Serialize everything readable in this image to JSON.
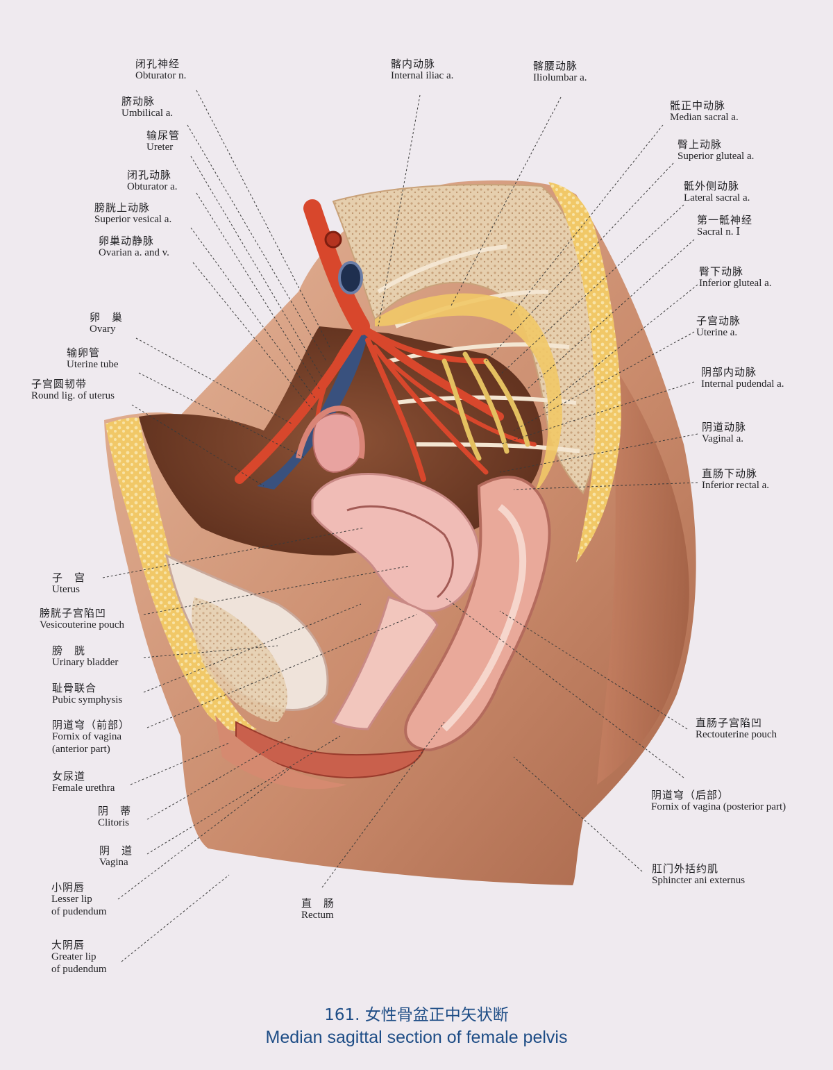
{
  "labels": {
    "obturator_n": {
      "zh": "闭孔神经",
      "en": "Obturator n."
    },
    "umbilical_a": {
      "zh": "脐动脉",
      "en": "Umbilical a."
    },
    "ureter": {
      "zh": "输尿管",
      "en": "Ureter"
    },
    "obturator_a": {
      "zh": "闭孔动脉",
      "en": "Obturator a."
    },
    "superior_vesical_a": {
      "zh": "膀胱上动脉",
      "en": "Superior vesical a."
    },
    "ovarian_av": {
      "zh": "卵巢动静脉",
      "en": "Ovarian a. and v."
    },
    "ovary": {
      "zh": "卵　巢",
      "en": "Ovary"
    },
    "uterine_tube": {
      "zh": "输卵管",
      "en": "Uterine tube"
    },
    "round_lig": {
      "zh": "子宫圆韧带",
      "en": "Round lig. of uterus"
    },
    "uterus": {
      "zh": "子　宫",
      "en": "Uterus"
    },
    "vesicouterine_pouch": {
      "zh": "膀胱子宫陷凹",
      "en": "Vesicouterine pouch"
    },
    "urinary_bladder": {
      "zh": "膀　胱",
      "en": "Urinary bladder"
    },
    "pubic_symphysis": {
      "zh": "耻骨联合",
      "en": "Pubic symphysis"
    },
    "fornix_anterior": {
      "zh": "阴道穹（前部）",
      "en": "Fornix of vagina",
      "en2": "(anterior part)"
    },
    "female_urethra": {
      "zh": "女尿道",
      "en": "Female urethra"
    },
    "clitoris": {
      "zh": "阴　蒂",
      "en": "Clitoris"
    },
    "vagina": {
      "zh": "阴　道",
      "en": "Vagina"
    },
    "lesser_lip": {
      "zh": "小阴唇",
      "en": "Lesser lip",
      "en2": "of pudendum"
    },
    "greater_lip": {
      "zh": "大阴唇",
      "en": "Greater lip",
      "en2": "of pudendum"
    },
    "internal_iliac_a": {
      "zh": "髂内动脉",
      "en": "Internal iliac a."
    },
    "iliolumbar_a": {
      "zh": "髂腰动脉",
      "en": "Iliolumbar a."
    },
    "rectum": {
      "zh": "直　肠",
      "en": "Rectum"
    },
    "median_sacral_a": {
      "zh": "骶正中动脉",
      "en": "Median sacral a."
    },
    "superior_gluteal_a": {
      "zh": "臀上动脉",
      "en": "Superior gluteal a."
    },
    "lateral_sacral_a": {
      "zh": "骶外侧动脉",
      "en": "Lateral sacral a."
    },
    "sacral_n1": {
      "zh": "第一骶神经",
      "en": "Sacral n. Ⅰ"
    },
    "inferior_gluteal_a": {
      "zh": "臀下动脉",
      "en": "Inferior gluteal a."
    },
    "uterine_a": {
      "zh": "子宫动脉",
      "en": "Uterine a."
    },
    "internal_pudendal_a": {
      "zh": "阴部内动脉",
      "en": "Internal pudendal a."
    },
    "vaginal_a": {
      "zh": "阴道动脉",
      "en": "Vaginal a."
    },
    "inferior_rectal_a": {
      "zh": "直肠下动脉",
      "en": "Inferior rectal a."
    },
    "rectouterine_pouch": {
      "zh": "直肠子宫陷凹",
      "en": "Rectouterine pouch"
    },
    "fornix_posterior": {
      "zh": "阴道穹（后部）",
      "en": "Fornix of vagina (posterior part)"
    },
    "sphincter_ani": {
      "zh": "肛门外括约肌",
      "en": "Sphincter ani externus"
    }
  },
  "caption": {
    "zh": "161. 女性骨盆正中矢状断",
    "en": "Median sagittal section of female pelvis"
  },
  "colors": {
    "background": "#efeaef",
    "skin": "#d39a7d",
    "skin_dark": "#b87458",
    "fat": "#f0c861",
    "bone": "#e9d2b4",
    "artery": "#d8472c",
    "vein": "#39517e",
    "uterus": "#f0bcb6",
    "rectum_wall": "#e9a99a",
    "caption": "#1e4d86"
  }
}
